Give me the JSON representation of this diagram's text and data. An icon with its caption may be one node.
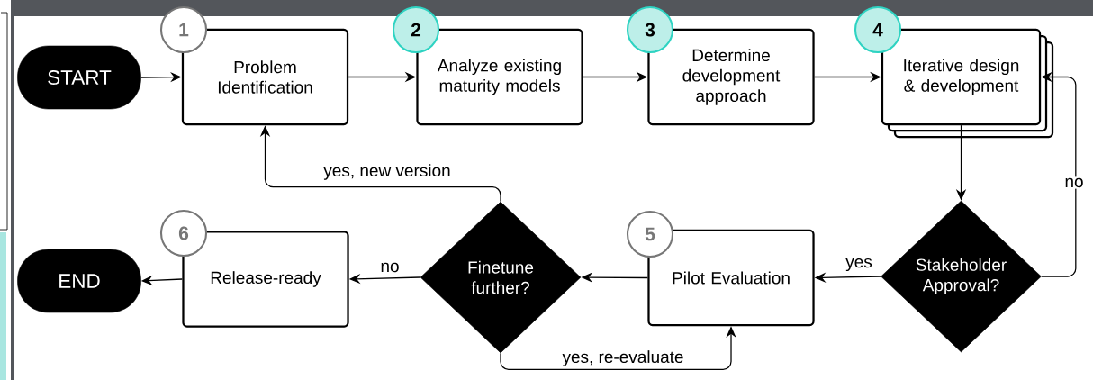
{
  "diagram": {
    "nodes": [
      {
        "text": [
          "START"
        ]
      },
      {
        "text": [
          "1"
        ]
      },
      {
        "text": [
          "Problem Identification"
        ]
      },
      {
        "text": [
          "2"
        ]
      },
      {
        "text": [
          "Analyze existing maturity models"
        ]
      },
      {
        "text": [
          "3"
        ]
      },
      {
        "text": [
          "Determine development approach"
        ]
      },
      {
        "text": [
          "4"
        ]
      },
      {
        "text": [
          "Iterative design & development"
        ]
      },
      {
        "text": [
          "END"
        ]
      },
      {
        "text": [
          "6"
        ]
      },
      {
        "text": [
          "Release-ready"
        ]
      },
      {
        "text": [
          "Finetune further?"
        ]
      },
      {
        "text": [
          "5"
        ]
      },
      {
        "text": [
          "Pilot Evaluation"
        ]
      },
      {
        "text": [
          "Stakeholder Approval?"
        ]
      }
    ],
    "edges": [
      {
        "from": 0,
        "to": 2,
        "arrow": "to"
      },
      {
        "from": 2,
        "to": 4,
        "arrow": "to"
      },
      {
        "from": 4,
        "to": 6,
        "arrow": "to"
      },
      {
        "from": 6,
        "to": 8,
        "arrow": "to"
      },
      {
        "from": 8,
        "to": 15,
        "arrow": "to"
      },
      {
        "from": 15,
        "to": 8,
        "arrow": "to",
        "label": "no"
      },
      {
        "from": 15,
        "to": 14,
        "arrow": "to",
        "label": "yes"
      },
      {
        "from": 14,
        "to": 12,
        "arrow": "to"
      },
      {
        "from": 12,
        "to": 11,
        "arrow": "to",
        "label": "no"
      },
      {
        "from": 11,
        "to": 9,
        "arrow": "to"
      },
      {
        "from": 12,
        "to": 2,
        "arrow": "to",
        "label": "yes, new version"
      },
      {
        "from": 12,
        "to": 14,
        "arrow": "to",
        "label": "yes, re-evaluate"
      }
    ]
  }
}
